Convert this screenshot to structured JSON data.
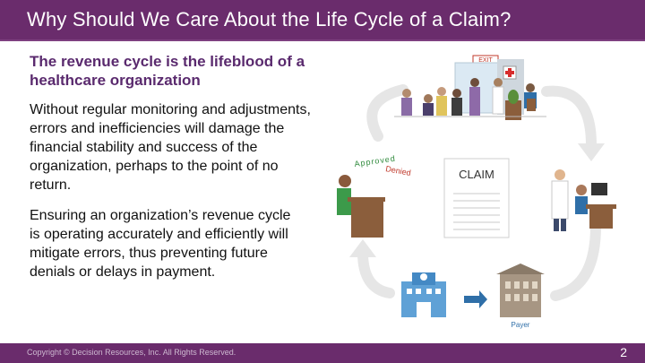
{
  "title": "Why Should We Care About the Life Cycle of a Claim?",
  "subtitle": "The revenue cycle is the lifeblood of a healthcare organization",
  "paragraphs": [
    "Without regular monitoring and adjustments, errors and inefficiencies will damage the financial stability and success of the organization, perhaps to the point of no return.",
    "Ensuring an organization’s revenue cycle is operating accurately and efficiently will mitigate errors, thus preventing future denials or delays in payment."
  ],
  "diagram": {
    "exit_sign": "EXIT",
    "approved_label": "Approved",
    "denied_label": "Denied",
    "claim_label": "CLAIM",
    "payer_label": "Payer"
  },
  "footer": {
    "copyright": "Copyright © Decision Resources, Inc. All Rights Reserved.",
    "page_number": "2"
  },
  "colors": {
    "brand_purple": "#6a2c6c",
    "subtitle_purple": "#5a2a6e",
    "cycle_arrow": "#e3e3e3"
  }
}
